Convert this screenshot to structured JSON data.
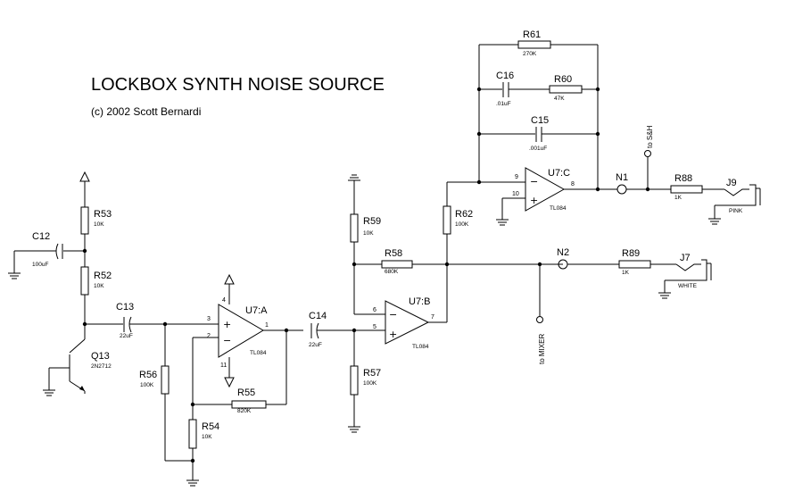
{
  "title": "LOCKBOX SYNTH NOISE SOURCE",
  "copyright": "(c) 2002 Scott Bernardi",
  "components": {
    "r53": {
      "ref": "R53",
      "value": "10K"
    },
    "r52": {
      "ref": "R52",
      "value": "10K"
    },
    "c12": {
      "ref": "C12",
      "value": "100uF"
    },
    "c13": {
      "ref": "C13",
      "value": "22uF"
    },
    "q13": {
      "ref": "Q13",
      "value": "2N2712"
    },
    "r56": {
      "ref": "R56",
      "value": "100K"
    },
    "r54": {
      "ref": "R54",
      "value": "10K"
    },
    "r55": {
      "ref": "R55",
      "value": "820K"
    },
    "u7a": {
      "ref": "U7:A",
      "part": "TL084",
      "pins": [
        "3",
        "2",
        "1",
        "4",
        "11"
      ]
    },
    "c14": {
      "ref": "C14",
      "value": "22uF"
    },
    "r57": {
      "ref": "R57",
      "value": "100K"
    },
    "r59": {
      "ref": "R59",
      "value": "10K"
    },
    "r58": {
      "ref": "R58",
      "value": "680K"
    },
    "u7b": {
      "ref": "U7:B",
      "part": "TL084",
      "pins": [
        "6",
        "5",
        "7"
      ]
    },
    "r62": {
      "ref": "R62",
      "value": "100K"
    },
    "r61": {
      "ref": "R61",
      "value": "270K"
    },
    "c16": {
      "ref": "C16",
      "value": ".01uF"
    },
    "r60": {
      "ref": "R60",
      "value": "47K"
    },
    "c15": {
      "ref": "C15",
      "value": ".001uF"
    },
    "u7c": {
      "ref": "U7:C",
      "part": "TL084",
      "pins": [
        "9",
        "10",
        "8"
      ]
    },
    "n1": {
      "ref": "N1"
    },
    "r88": {
      "ref": "R88",
      "value": "1K"
    },
    "j9": {
      "ref": "J9",
      "label": "PINK"
    },
    "n2": {
      "ref": "N2"
    },
    "r89": {
      "ref": "R89",
      "value": "1K"
    },
    "j7": {
      "ref": "J7",
      "label": "WHITE"
    }
  },
  "ports": {
    "sh": "to S&H",
    "mixer": "to MIXER"
  },
  "signs": {
    "minus": "−",
    "plus": "+"
  }
}
